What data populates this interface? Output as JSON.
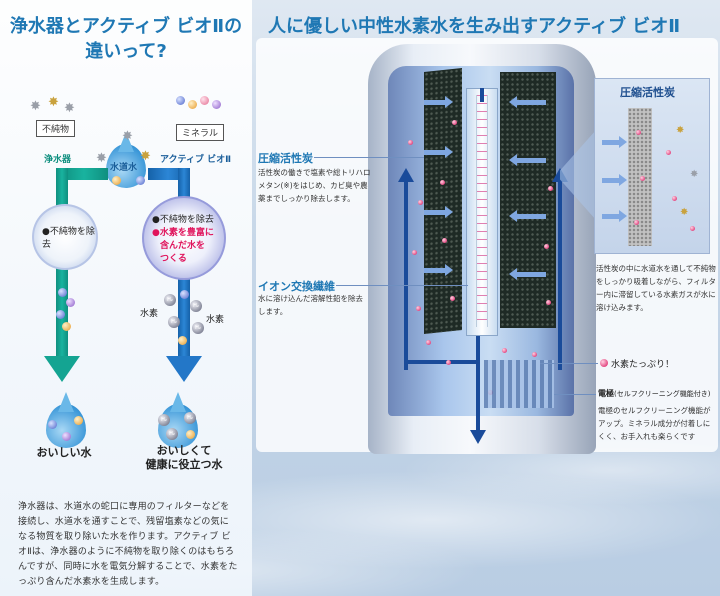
{
  "left": {
    "title_line1": "浄水器とアクティブ ビオⅡの",
    "title_line2": "違いって?",
    "legend": {
      "impurities": "不純物",
      "minerals": "ミネラル"
    },
    "labels": {
      "water_purifier": "浄水器",
      "tap_water": "水道水",
      "active_bio": "アクティブ ビオⅡ",
      "hydrogen_left": "水素",
      "hydrogen_right": "水素"
    },
    "filter_left": {
      "text": "●不純物を除去"
    },
    "filter_right": {
      "line1": "●不純物を除去",
      "line2": "●水素を豊富に",
      "line3": "含んだ水を",
      "line4": "つくる"
    },
    "results": {
      "left": "おいしい水",
      "right_line1": "おいしくて",
      "right_line2": "健康に役立つ水"
    },
    "body": "浄水器は、水道水の蛇口に専用のフィルターなどを接続し、水道水を通すことで、残留塩素などの気になる物質を取り除いた水を作ります。アクティブ ビオⅡは、浄水器のように不純物を取り除くのはもちろんですが、同時に水を電気分解することで、水素をたっぷり含んだ水素水を生成します。"
  },
  "right": {
    "title": "人に優しい中性水素水を生み出すアクティブ ビオⅡ",
    "activated_carbon": {
      "title": "圧縮活性炭",
      "body": "活性炭の働きで塩素や総トリハロメタン(※)をはじめ、カビ臭や農薬までしっかり除去します。"
    },
    "ion_fiber": {
      "title": "イオン交換繊維",
      "body": "水に溶け込んだ溶解性鉛を除去します。"
    },
    "inset": {
      "title": "圧縮活性炭",
      "body": "活性炭の中に水道水を通して不純物をしっかり吸着しながら、フィルター内に滞留している水素ガスが水に溶け込みます。"
    },
    "hydrogen_rich": "水素たっぷり！",
    "electrode": {
      "title": "電極",
      "note": "(セルフクリーニング機能付き)",
      "body": "電極のセルフクリーニング機能がアップ。ミネラル成分が付着しにくく、お手入れも楽らくです"
    }
  },
  "colors": {
    "title_blue": "#1f78b4",
    "pipe_green": "#19b39f",
    "pipe_blue": "#2c86d6",
    "hydrogen_pink": "#d8105a",
    "arrow_navy": "#1a4b9a"
  }
}
